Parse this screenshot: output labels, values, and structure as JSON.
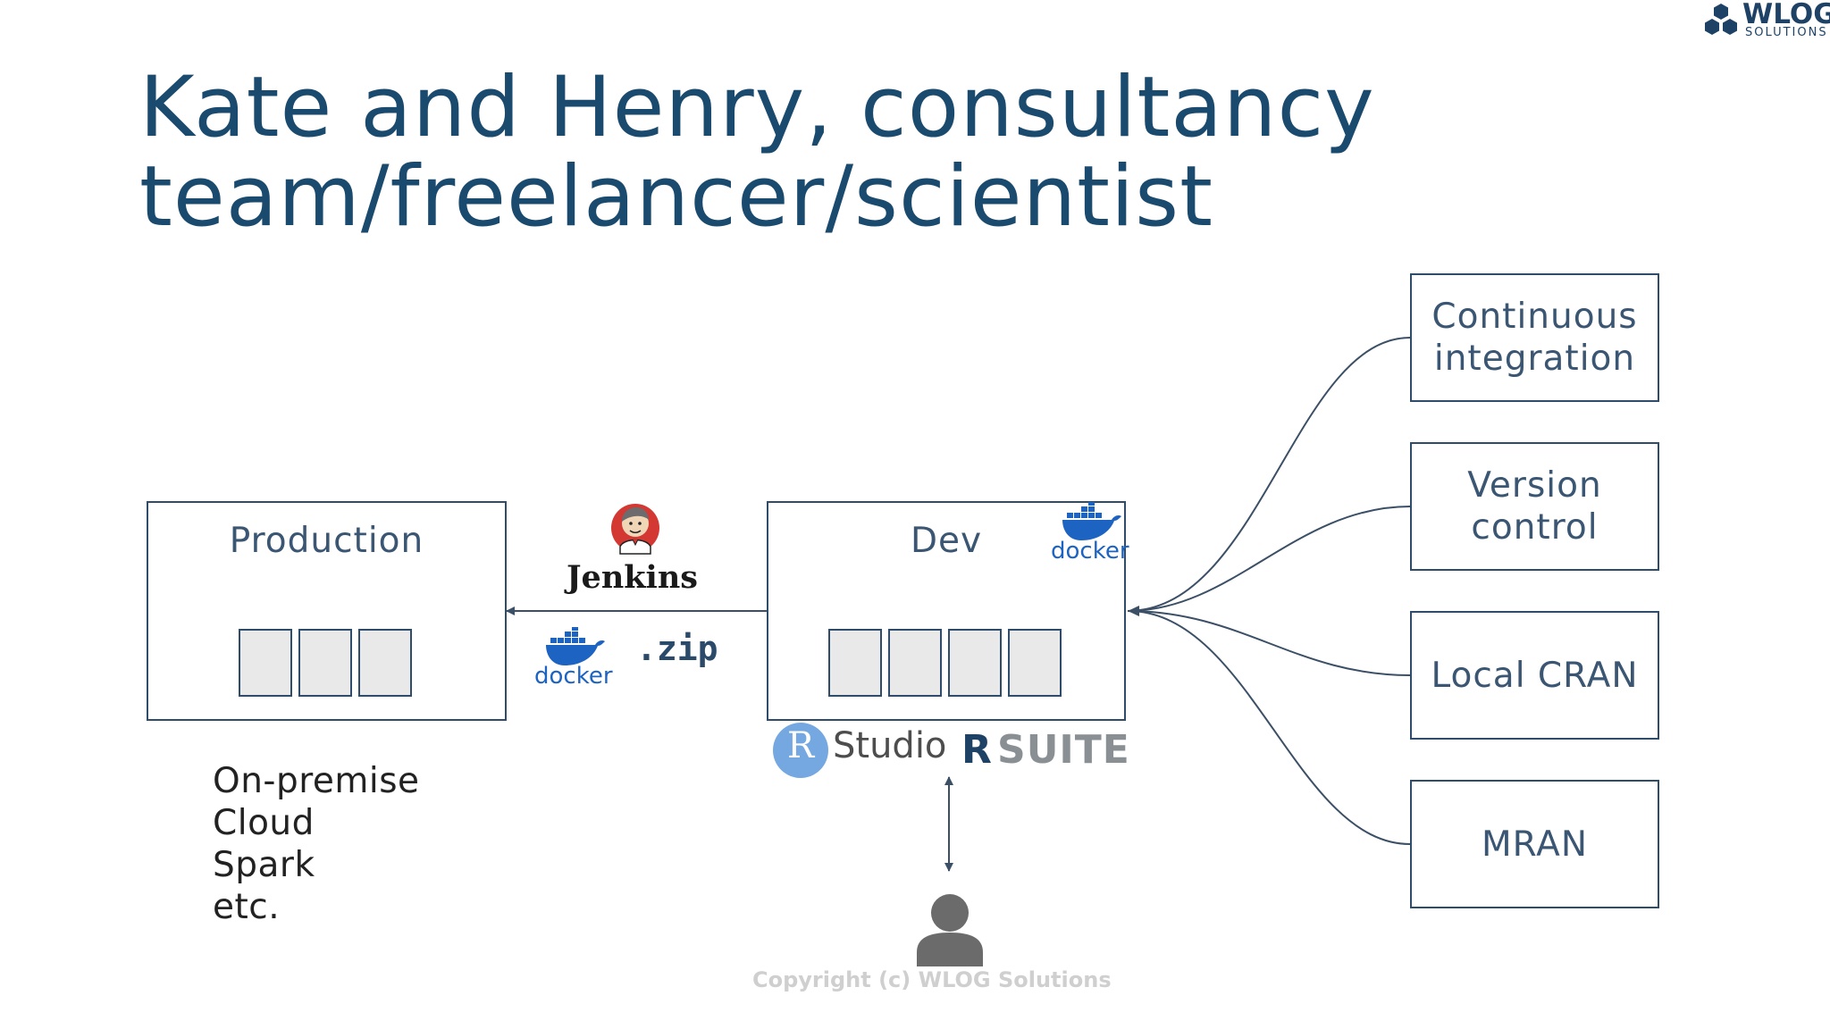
{
  "logo": {
    "name": "WLOG",
    "sub": "SOLUTIONS"
  },
  "title": {
    "line1": "Kate and Henry, consultancy",
    "line2": "team/freelancer/scientist"
  },
  "production": {
    "label": "Production"
  },
  "dev": {
    "label": "Dev"
  },
  "jenkins": {
    "label": "Jenkins"
  },
  "artifacts": {
    "docker": "docker",
    "zip": ".zip"
  },
  "dev_docker": "docker",
  "tools": {
    "rstudio_r": "R",
    "rstudio": "Studio",
    "rsuite_r": "R",
    "rsuite": "SUITE"
  },
  "services": [
    {
      "label": "Continuous\nintegration"
    },
    {
      "label": "Version\ncontrol"
    },
    {
      "label": "Local CRAN"
    },
    {
      "label": "MRAN"
    }
  ],
  "environments": [
    "On-premise",
    "Cloud",
    "Spark",
    "etc."
  ],
  "copyright": "Copyright (c) WLOG Solutions",
  "colors": {
    "title": "#1a4a6e",
    "box_border": "#2f4c6a",
    "docker_blue": "#1d63c2",
    "rstudio_blue": "#75a8e0"
  }
}
